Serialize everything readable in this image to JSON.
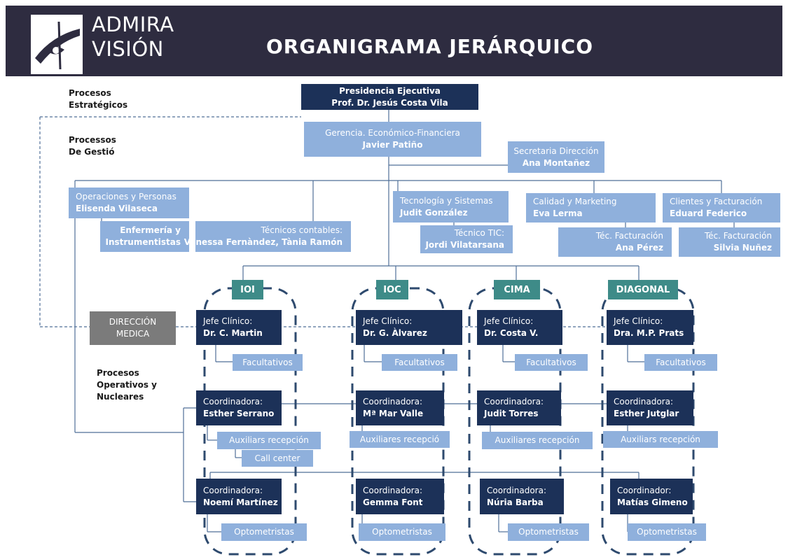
{
  "header": {
    "logo_line1": "ADMIRA",
    "logo_line2": "VISIÓN",
    "title": "ORGANIGRAMA  JERÁRQUICO",
    "bg_color": "#2e2c40"
  },
  "side_labels": {
    "estrategicos": [
      "Procesos",
      "Estratégicos"
    ],
    "gestio": [
      "Processos",
      "De Gestió"
    ],
    "operativos": [
      "Procesos",
      "Operativos y",
      "Nucleares"
    ]
  },
  "top": {
    "presidencia": [
      "Presidencia Ejecutiva",
      "Prof. Dr. Jesús Costa Vila"
    ],
    "gerencia": [
      "Gerencia. Económico-Financiera",
      "Javier Patiño"
    ],
    "secretaria": [
      "Secretaria Dirección",
      "Ana Montañez"
    ]
  },
  "departments": {
    "operaciones": [
      "Operaciones y Personas",
      "Elisenda Vilaseca"
    ],
    "enfermeria": [
      "Enfermería y",
      "Instrumentistas"
    ],
    "tecnicos_contables": [
      "Técnicos contables:",
      "Vanessa Fernàndez, Tània Ramón"
    ],
    "tecnologia": [
      "Tecnología y Sistemas",
      "Judit González"
    ],
    "tecnico_tic": [
      "Técnico TIC:",
      "Jordi Vilatarsana"
    ],
    "calidad": [
      "Calidad y Marketing",
      "Eva Lerma"
    ],
    "tec_fact_ana": [
      "Téc. Facturación",
      "Ana Pérez"
    ],
    "clientes": [
      "Clientes y Facturación",
      "Eduard Federico"
    ],
    "tec_fact_silvia": [
      "Téc. Facturación",
      "Silvia Nuñez"
    ]
  },
  "direccion_medica": [
    "DIRECCIÓN",
    "MEDICA"
  ],
  "centers": [
    {
      "name": "IOI",
      "jefe": [
        "Jefe Clínico:",
        "Dr. C. Martin"
      ],
      "facultativos": "Facultativos",
      "coord1": [
        "Coordinadora:",
        "Esther Serrano"
      ],
      "aux": "Auxiliars recepción",
      "extra": "Call center",
      "coord2": [
        "Coordinadora:",
        "Noemí Martínez"
      ],
      "opto": "Optometristas"
    },
    {
      "name": "IOC",
      "jefe": [
        "Jefe Clínico:",
        "Dr. G. Àlvarez"
      ],
      "facultativos": "Facultativos",
      "coord1": [
        "Coordinadora:",
        "Mª Mar Valle"
      ],
      "aux": "Auxiliares recepció",
      "coord2": [
        "Coordinadora:",
        "Gemma Font"
      ],
      "opto": "Optometristas"
    },
    {
      "name": "CIMA",
      "jefe": [
        "Jefe Clínico:",
        "Dr. Costa V."
      ],
      "facultativos": "Facultativos",
      "coord1": [
        "Coordinadora:",
        "Judit Torres"
      ],
      "aux": "Auxiliares recepción",
      "coord2": [
        "Coordinadora:",
        "Núria Barba"
      ],
      "opto": "Optometristas"
    },
    {
      "name": "DIAGONAL",
      "jefe": [
        "Jefe Clínico:",
        "Dra. M.P. Prats"
      ],
      "facultativos": "Facultativos",
      "coord1": [
        "Coordinadora:",
        "Esther Jutglar"
      ],
      "aux": "Auxiliars recepción",
      "coord2": [
        "Coordinador:",
        "Matías Gimeno"
      ],
      "opto": "Optometristas"
    }
  ],
  "colors": {
    "navy": "#1c3158",
    "light_blue": "#8fb0dc",
    "teal": "#3e8b88",
    "grey": "#7b7b7b",
    "dashed_border": "#2e4a6e",
    "connector": "#4f6f98"
  }
}
